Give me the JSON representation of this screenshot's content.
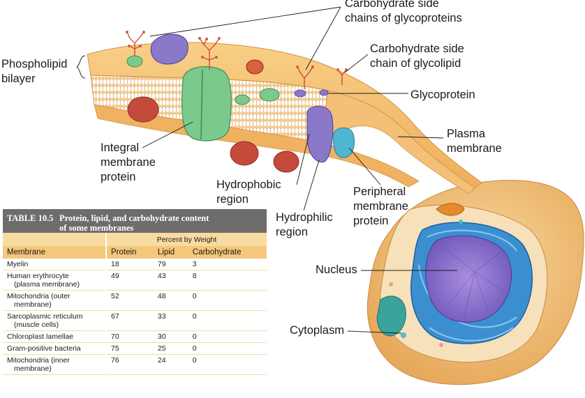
{
  "labels": {
    "carb_side_chains_glycoproteins": [
      "Carbohydrate side",
      "chains of glycoproteins"
    ],
    "carb_side_chain_glycolipid": [
      "Carbohydrate side",
      "chain of glycolipid"
    ],
    "phospholipid_bilayer": [
      "Phospholipid",
      "bilayer"
    ],
    "glycoprotein": "Glycoprotein",
    "plasma_membrane": [
      "Plasma",
      "membrane"
    ],
    "integral_membrane_protein": [
      "Integral",
      "membrane",
      "protein"
    ],
    "hydrophobic_region": [
      "Hydrophobic",
      "region"
    ],
    "hydrophilic_region": [
      "Hydrophilic",
      "region"
    ],
    "peripheral_membrane_protein": [
      "Peripheral",
      "membrane",
      "protein"
    ],
    "nucleus": "Nucleus",
    "cytoplasm": "Cytoplasm"
  },
  "table": {
    "number": "TABLE 10.5",
    "caption": [
      "Protein, lipid, and carbohydrate content",
      "of some membranes"
    ],
    "group_header": "Percent by Weight",
    "columns": [
      "Membrane",
      "Protein",
      "Lipid",
      "Carbohydrate"
    ],
    "rows": [
      {
        "membrane": [
          "Myelin"
        ],
        "protein": "18",
        "lipid": "79",
        "carbohydrate": "3"
      },
      {
        "membrane": [
          "Human erythrocyte",
          "(plasma membrane)"
        ],
        "protein": "49",
        "lipid": "43",
        "carbohydrate": "8"
      },
      {
        "membrane": [
          "Mitochondria (outer",
          "membrane)"
        ],
        "protein": "52",
        "lipid": "48",
        "carbohydrate": "0"
      },
      {
        "membrane": [
          "Sarcoplasmic reticulum",
          "(muscle cells)"
        ],
        "protein": "67",
        "lipid": "33",
        "carbohydrate": "0"
      },
      {
        "membrane": [
          "Chloroplast lamellae"
        ],
        "protein": "70",
        "lipid": "30",
        "carbohydrate": "0"
      },
      {
        "membrane": [
          "Gram-positive bacteria"
        ],
        "protein": "75",
        "lipid": "25",
        "carbohydrate": "0"
      },
      {
        "membrane": [
          "Mitochondria (inner",
          "membrane)"
        ],
        "protein": "76",
        "lipid": "24",
        "carbohydrate": "0"
      }
    ]
  },
  "colors": {
    "membrane": "#f3bb6a",
    "membrane_edge": "#d79a48",
    "integral_protein": "#7cc98d",
    "purple_protein": "#8a78c9",
    "peripheral_protein": "#4fb6cf",
    "red_protein": "#c54a3b",
    "cell_body": "#f2c07a",
    "nucleus": "#3b8fd1",
    "nucleolus": "#8b6fc4",
    "table_title": "#6f6c6c",
    "table_header": "#f4c77a"
  }
}
